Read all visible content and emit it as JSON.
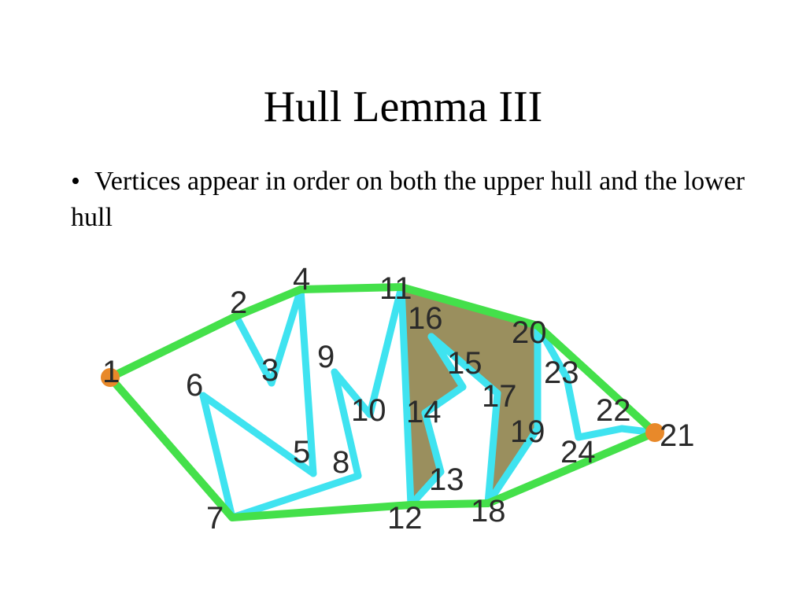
{
  "slide": {
    "title": "Hull Lemma III",
    "bullet": "•",
    "bullet_text": "Vertices appear in order on both the upper hull and the lower hull"
  },
  "diagram": {
    "colors": {
      "hull_edge": "#44e04a",
      "polygon_edge": "#3fe3f0",
      "shaded_region": "#9a8f5e",
      "endpoint": "#e8892a",
      "label": "#2a2a2a"
    },
    "vertices": [
      {
        "id": "1",
        "label": "1"
      },
      {
        "id": "2",
        "label": "2"
      },
      {
        "id": "3",
        "label": "3"
      },
      {
        "id": "4",
        "label": "4"
      },
      {
        "id": "5",
        "label": "5"
      },
      {
        "id": "6",
        "label": "6"
      },
      {
        "id": "7",
        "label": "7"
      },
      {
        "id": "8",
        "label": "8"
      },
      {
        "id": "9",
        "label": "9"
      },
      {
        "id": "10",
        "label": "10"
      },
      {
        "id": "11",
        "label": "11"
      },
      {
        "id": "12",
        "label": "12"
      },
      {
        "id": "13",
        "label": "13"
      },
      {
        "id": "14",
        "label": "14"
      },
      {
        "id": "15",
        "label": "15"
      },
      {
        "id": "16",
        "label": "16"
      },
      {
        "id": "17",
        "label": "17"
      },
      {
        "id": "18",
        "label": "18"
      },
      {
        "id": "19",
        "label": "19"
      },
      {
        "id": "20",
        "label": "20"
      },
      {
        "id": "21",
        "label": "21"
      },
      {
        "id": "22",
        "label": "22"
      },
      {
        "id": "23",
        "label": "23"
      },
      {
        "id": "24",
        "label": "24"
      }
    ],
    "upper_hull": [
      "1",
      "2",
      "4",
      "11",
      "20",
      "21"
    ],
    "lower_hull": [
      "1",
      "7",
      "12",
      "18",
      "21"
    ],
    "polygon_chain": [
      "1",
      "2",
      "3",
      "4",
      "5",
      "6",
      "7",
      "8",
      "9",
      "10",
      "11",
      "12",
      "13",
      "14",
      "15",
      "16",
      "17",
      "18",
      "19",
      "20",
      "23",
      "24",
      "22",
      "21"
    ],
    "shaded_region_vertices": [
      "11",
      "12",
      "13",
      "14",
      "15",
      "16",
      "17",
      "18",
      "19",
      "20"
    ],
    "endpoints": [
      "1",
      "21"
    ]
  }
}
